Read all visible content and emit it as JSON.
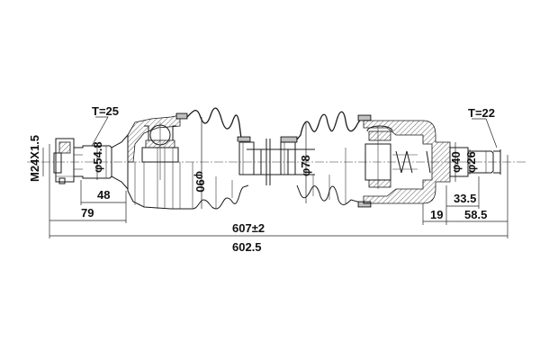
{
  "drawing": {
    "title": "CV drive shaft assembly dimension drawing",
    "colors": {
      "line": "#1a1a1a",
      "background": "#ffffff"
    },
    "labels": {
      "thread": "M24X1.5",
      "outer_spline_teeth": "T=25",
      "inner_spline_teeth": "T=22",
      "outer_joint_seal_dia": "φ54.8",
      "outer_boot_dia": "φ90",
      "inner_boot_dia": "φ78",
      "inner_seal_dia": "φ40",
      "inner_shaft_dia": "φ26",
      "outer_stub_length": "48",
      "outer_to_joint_length": "79",
      "inner_stub_length": "33.5",
      "inner_flange_width": "19",
      "inner_stub_total": "58.5",
      "overall_length_tolerance": "607±2",
      "overall_length": "602.5"
    }
  }
}
